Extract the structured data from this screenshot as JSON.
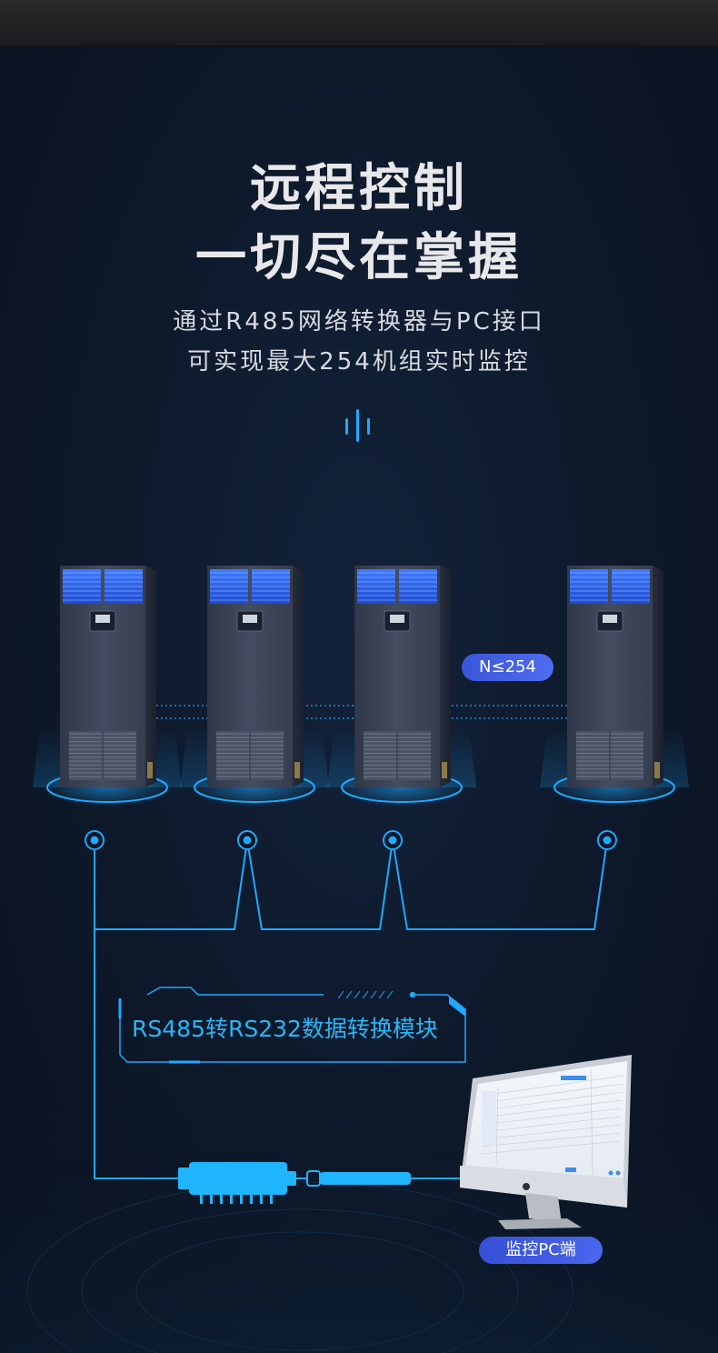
{
  "header": {
    "title_line1": "远程控制",
    "title_line2": "一切尽在掌握",
    "subtitle_line1": "通过R485网络转换器与PC接口",
    "subtitle_line2": "可实现最大254机组实时监控"
  },
  "units": {
    "count_badge": "N≤254"
  },
  "module": {
    "label": "RS485转RS232数据转换模块"
  },
  "pc": {
    "label": "监控PC端"
  },
  "colors": {
    "accent_cyan": "#1fa9ff",
    "badge_blue": "#3f5ee3",
    "background": "#0d1626",
    "cabinet": "#3b4356"
  }
}
